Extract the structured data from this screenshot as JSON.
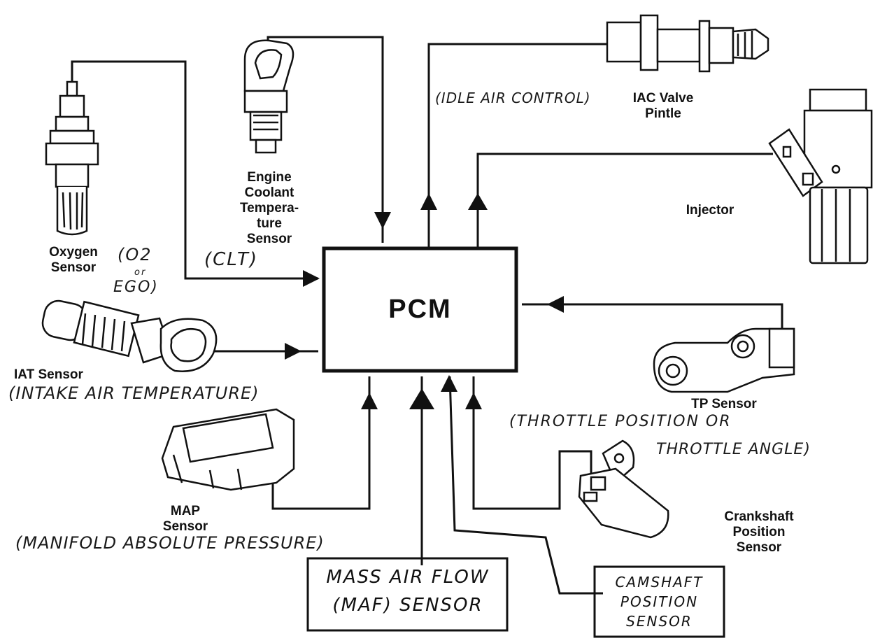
{
  "pcm": {
    "label": "PCM"
  },
  "components": {
    "oxygen_sensor": {
      "label": "Oxygen\nSensor",
      "note": "(O2",
      "note_or": "or",
      "note_ego": "EGO)"
    },
    "coolant_sensor": {
      "label": "Engine\nCoolant\nTempera-\nture\nSensor",
      "note": "(CLT)"
    },
    "iac_valve": {
      "label": "IAC Valve\nPintle",
      "note": "(IDLE AIR CONTROL)"
    },
    "injector": {
      "label": "Injector"
    },
    "iat_sensor": {
      "label": "IAT Sensor",
      "note": "(INTAKE AIR TEMPERATURE)"
    },
    "tp_sensor": {
      "label": "TP Sensor",
      "note_line1": "(THROTTLE POSITION OR",
      "note_line2": "THROTTLE ANGLE)"
    },
    "map_sensor": {
      "label": "MAP\nSensor",
      "note": "(MANIFOLD ABSOLUTE PRESSURE)"
    },
    "maf_sensor": {
      "line1": "MASS AIR FLOW",
      "line2": "(MAF) SENSOR"
    },
    "cam_sensor": {
      "line1": "CAMSHAFT",
      "line2": "POSITION",
      "line3": "SENSOR"
    },
    "crank_sensor": {
      "label": "Crankshaft\nPosition\nSensor"
    }
  }
}
